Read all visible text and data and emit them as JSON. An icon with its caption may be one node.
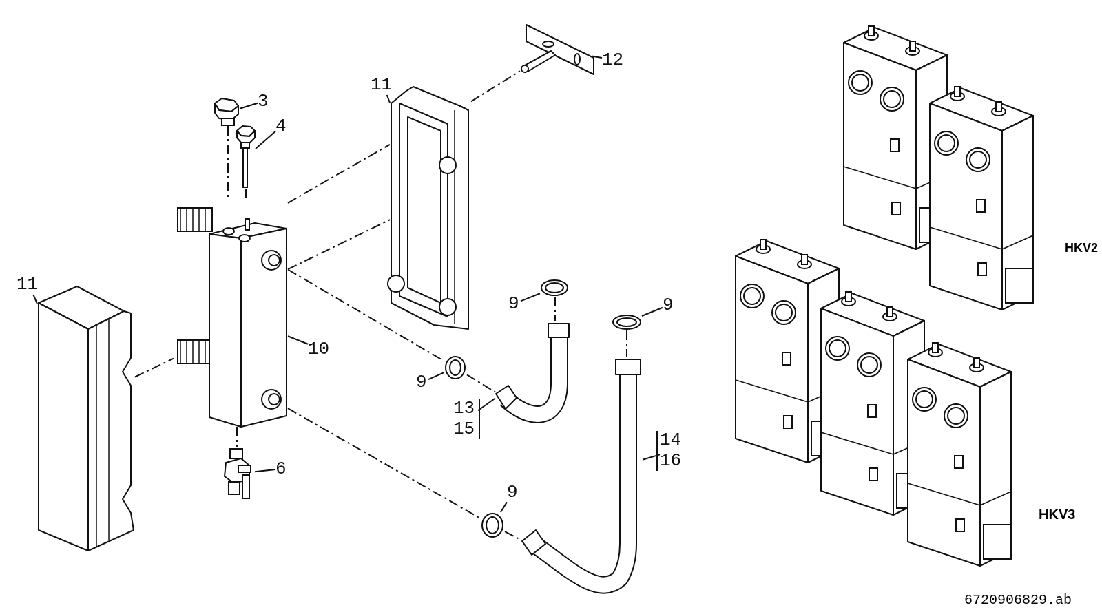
{
  "diagram": {
    "nodes": [
      {
        "text": [
          "3"
        ]
      },
      {
        "text": [],
        "shape": "picture"
      },
      {
        "text": [
          "4"
        ]
      },
      {
        "text": [],
        "shape": "picture"
      },
      {
        "text": [
          "6"
        ]
      },
      {
        "text": [],
        "shape": "picture"
      },
      {
        "text": [],
        "shape": "picture"
      },
      {
        "text": [
          "10"
        ]
      },
      {
        "text": [],
        "shape": "picture"
      },
      {
        "text": [
          "11"
        ]
      },
      {
        "text": [],
        "shape": "picture"
      },
      {
        "text": [
          "11"
        ]
      },
      {
        "text": [],
        "shape": "picture"
      },
      {
        "text": [
          "12"
        ]
      },
      {
        "text": [],
        "shape": "picture"
      },
      {
        "text": [
          "9"
        ]
      },
      {
        "text": [],
        "shape": "picture"
      },
      {
        "text": [
          "9"
        ]
      },
      {
        "text": [],
        "shape": "picture"
      },
      {
        "text": [
          "9"
        ]
      },
      {
        "text": [],
        "shape": "picture"
      },
      {
        "text": [
          "9"
        ]
      },
      {
        "text": [],
        "shape": "picture"
      },
      {
        "text": [
          "13",
          "15"
        ]
      },
      {
        "text": [],
        "shape": "picture"
      },
      {
        "text": [
          "14",
          "16"
        ]
      }
    ],
    "edges": [
      {
        "from": 0,
        "to": 1,
        "arrow": "none"
      },
      {
        "from": 2,
        "to": 3,
        "arrow": "none"
      },
      {
        "from": 4,
        "to": 5,
        "arrow": "none"
      },
      {
        "from": 7,
        "to": 6,
        "arrow": "none"
      },
      {
        "from": 9,
        "to": 8,
        "arrow": "none"
      },
      {
        "from": 11,
        "to": 10,
        "arrow": "none"
      },
      {
        "from": 13,
        "to": 12,
        "arrow": "none"
      },
      {
        "from": 15,
        "to": 14,
        "arrow": "none"
      },
      {
        "from": 17,
        "to": 16,
        "arrow": "none"
      },
      {
        "from": 19,
        "to": 18,
        "arrow": "none"
      },
      {
        "from": 21,
        "to": 20,
        "arrow": "none"
      },
      {
        "from": 23,
        "to": 22,
        "arrow": "none"
      },
      {
        "from": 25,
        "to": 24,
        "arrow": "none"
      },
      {
        "from": 1,
        "to": 6,
        "arrow": "none",
        "style": "dashed"
      },
      {
        "from": 3,
        "to": 6,
        "arrow": "none",
        "style": "dashed"
      },
      {
        "from": 6,
        "to": 10,
        "arrow": "none",
        "style": "dashed"
      },
      {
        "from": 6,
        "to": 10,
        "arrow": "none",
        "style": "dashed"
      },
      {
        "from": 10,
        "to": 12,
        "arrow": "none",
        "style": "dashed"
      },
      {
        "from": 8,
        "to": 6,
        "arrow": "none",
        "style": "dashed"
      },
      {
        "from": 6,
        "to": 18,
        "arrow": "none",
        "style": "dashed"
      },
      {
        "from": 18,
        "to": 22,
        "arrow": "none",
        "style": "dashed"
      },
      {
        "from": 14,
        "to": 22,
        "arrow": "none",
        "style": "dashed"
      },
      {
        "from": 16,
        "to": 24,
        "arrow": "none",
        "style": "dashed"
      },
      {
        "from": 6,
        "to": 20,
        "arrow": "none",
        "style": "dashed"
      },
      {
        "from": 20,
        "to": 24,
        "arrow": "none",
        "style": "dashed"
      },
      {
        "from": 6,
        "to": 5,
        "arrow": "none",
        "style": "dashed"
      }
    ],
    "labels": [
      "HKV2",
      "HKV3",
      "6720906829.ab"
    ]
  }
}
